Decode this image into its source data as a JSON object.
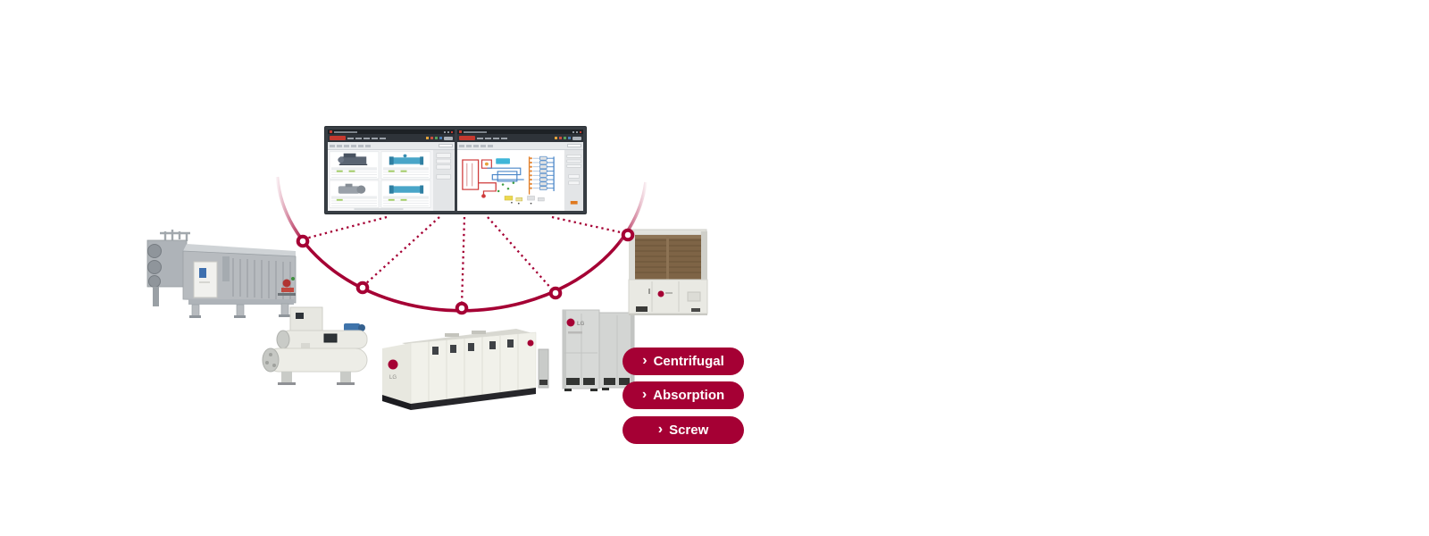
{
  "page": {
    "background": "#ffffff"
  },
  "brand": {
    "logo_text": "LG",
    "crimson": "#a50034"
  },
  "buttons": {
    "chevron": "›",
    "items": [
      {
        "label": "Centrifugal"
      },
      {
        "label": "Absorption"
      },
      {
        "label": "Screw"
      }
    ]
  },
  "hub_diagram": {
    "node_count": 5,
    "node_color": "#a50034",
    "arc_color": "#a50034",
    "connector_style": "dotted"
  },
  "monitor": {
    "bezel_color": "#383e44",
    "windows": [
      {
        "name": "equipment-catalog-window"
      },
      {
        "name": "piping-schematic-window"
      }
    ]
  },
  "machines": [
    {
      "name": "absorption-chiller"
    },
    {
      "name": "centrifugal-chiller"
    },
    {
      "name": "air-handling-unit"
    },
    {
      "name": "vrf-outdoor-units"
    },
    {
      "name": "packaged-air-cooled-unit"
    }
  ]
}
